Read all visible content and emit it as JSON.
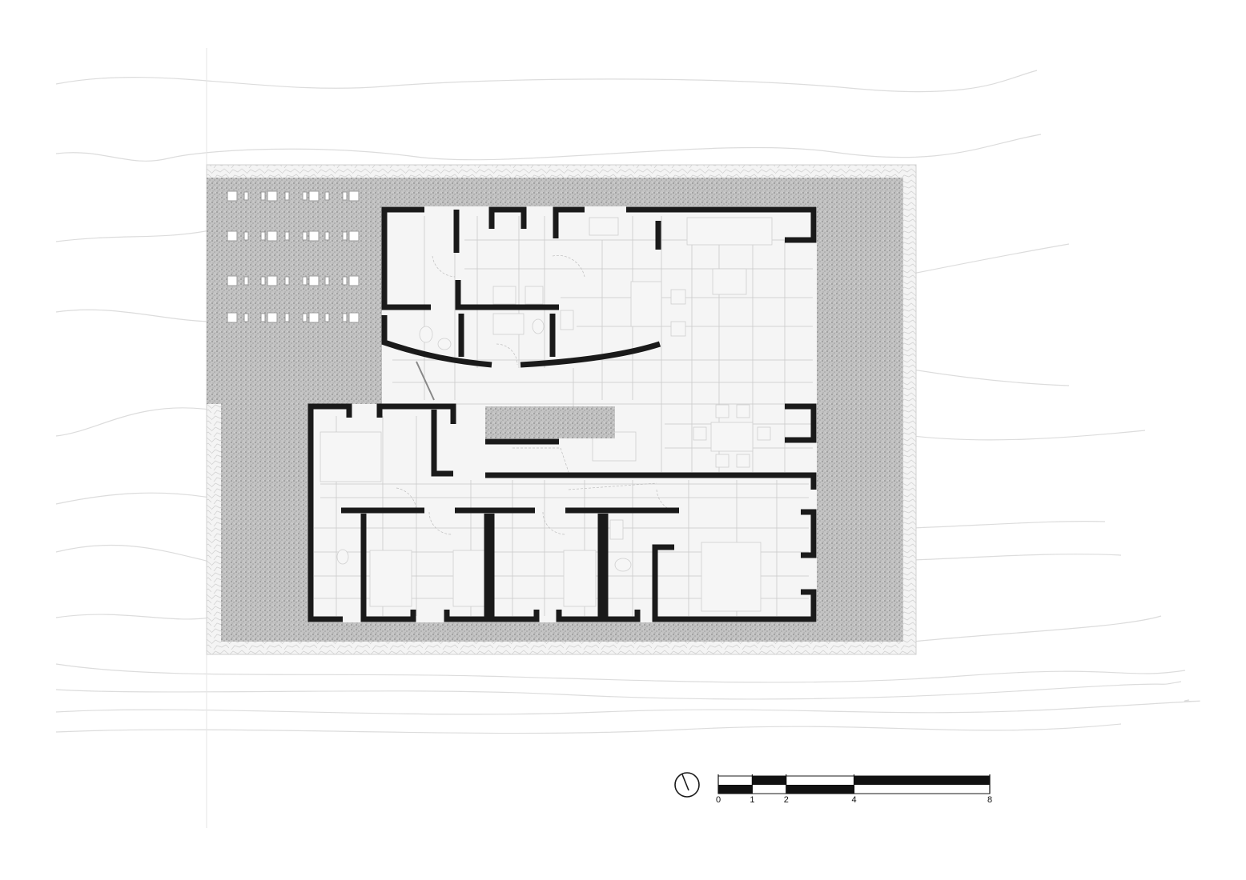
{
  "drawing": {
    "type": "architectural floor plan",
    "colors": {
      "wall": "#1a1a1a",
      "terrain": "#b8b8b8",
      "gravel": "#f0f0f0",
      "floor": "#f4f4f4",
      "contour": "#dcdcdc"
    },
    "north_arrow_icon": "north-arrow-icon"
  },
  "scale_bar": {
    "labels": [
      "0",
      "1",
      "2",
      "4",
      "8"
    ],
    "values": [
      0,
      1,
      2,
      4,
      8
    ]
  }
}
